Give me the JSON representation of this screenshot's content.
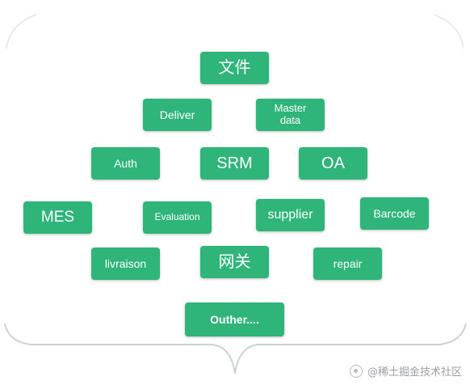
{
  "colors": {
    "node_fill": "#2fb57a",
    "node_text": "#ffffff",
    "brace": "#c9d3cf"
  },
  "nodes": [
    {
      "id": "file",
      "label": "文件"
    },
    {
      "id": "deliver",
      "label": "Deliver"
    },
    {
      "id": "master-data",
      "label": "Master\ndata"
    },
    {
      "id": "auth",
      "label": "Auth"
    },
    {
      "id": "srm",
      "label": "SRM"
    },
    {
      "id": "oa",
      "label": "OA"
    },
    {
      "id": "mes",
      "label": "MES"
    },
    {
      "id": "evaluation",
      "label": "Evaluation"
    },
    {
      "id": "supplier",
      "label": "supplier"
    },
    {
      "id": "barcode",
      "label": "Barcode"
    },
    {
      "id": "livraison",
      "label": "livraison"
    },
    {
      "id": "gateway",
      "label": "网关"
    },
    {
      "id": "repair",
      "label": "repair"
    },
    {
      "id": "outher",
      "label": "Outher...."
    }
  ],
  "watermark": {
    "text": "@稀土掘金技术社区",
    "icon": "juejin-logo-icon"
  }
}
